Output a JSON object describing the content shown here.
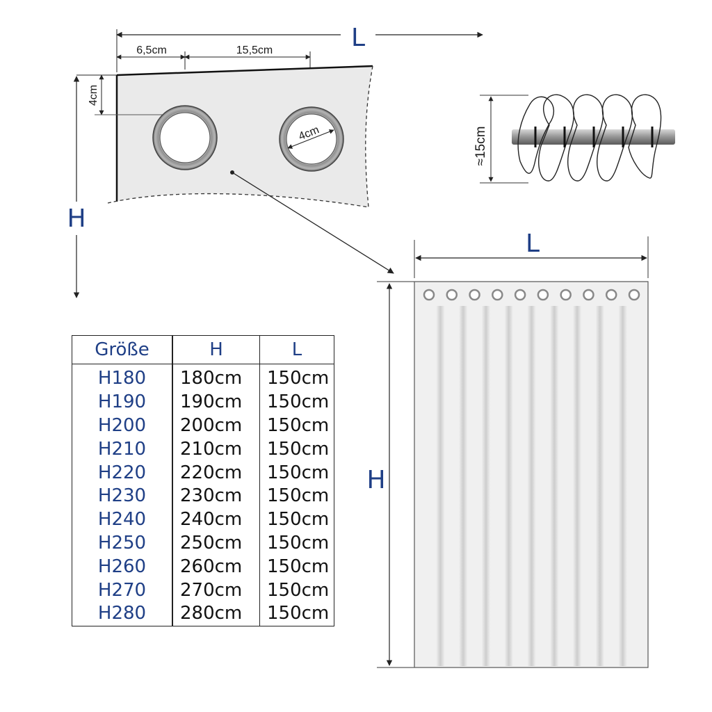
{
  "detail": {
    "width_label": "L",
    "height_label": "H",
    "edge_offset": "6,5cm",
    "ring_spacing": "15,5cm",
    "top_offset": "4cm",
    "ring_diameter": "4cm"
  },
  "pleat": {
    "depth_label": "≈15cm"
  },
  "curtain": {
    "width_label": "L",
    "height_label": "H",
    "grommet_count": 10
  },
  "table": {
    "headers": [
      "Größe",
      "H",
      "L"
    ],
    "rows": [
      [
        "H180",
        "180cm",
        "150cm"
      ],
      [
        "H190",
        "190cm",
        "150cm"
      ],
      [
        "H200",
        "200cm",
        "150cm"
      ],
      [
        "H210",
        "210cm",
        "150cm"
      ],
      [
        "H220",
        "220cm",
        "150cm"
      ],
      [
        "H230",
        "230cm",
        "150cm"
      ],
      [
        "H240",
        "240cm",
        "150cm"
      ],
      [
        "H250",
        "250cm",
        "150cm"
      ],
      [
        "H260",
        "260cm",
        "150cm"
      ],
      [
        "H270",
        "270cm",
        "150cm"
      ],
      [
        "H280",
        "280cm",
        "150cm"
      ]
    ]
  }
}
